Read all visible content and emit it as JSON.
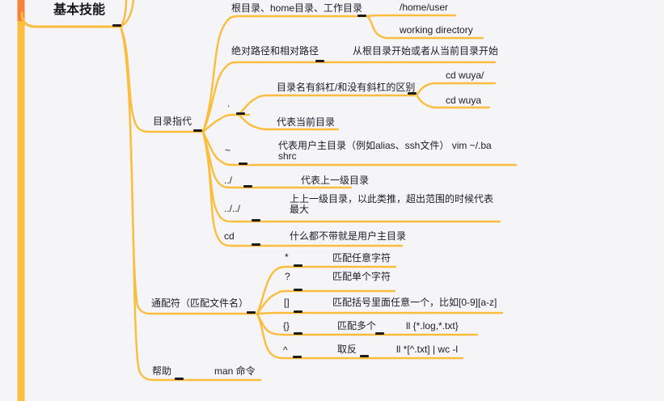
{
  "colors": {
    "background": "#f5f5f7",
    "branch_yellow": "#fbbd3e",
    "trunk_orange": "#f6813b",
    "text": "#1c1c28",
    "handle_dark": "#1d1d1d"
  },
  "mindmap": {
    "root": {
      "label": "基本技能"
    },
    "branches": [
      {
        "label": "目录指代",
        "children": [
          {
            "label": "根目录、home目录、工作目录",
            "children": [
              {
                "label": "/home/user"
              },
              {
                "label": "working directory"
              }
            ]
          },
          {
            "label": "绝对路径和相对路径",
            "children": [
              {
                "label": "从根目录开始或者从当前目录开始"
              }
            ]
          },
          {
            "label": ".",
            "children": [
              {
                "label": "目录名有斜杠/和没有斜杠的区别",
                "children": [
                  {
                    "label": "cd wuya/"
                  },
                  {
                    "label": "cd wuya"
                  }
                ]
              },
              {
                "label": "代表当前目录"
              }
            ]
          },
          {
            "label": "~",
            "children": [
              {
                "label": "代表用户主目录（例如alias、ssh文件） vim ~/.bashrc"
              }
            ]
          },
          {
            "label": "../",
            "children": [
              {
                "label": "代表上一级目录"
              }
            ]
          },
          {
            "label": "../../",
            "children": [
              {
                "label": "上上一级目录，以此类推，超出范围的时候代表最大"
              }
            ]
          },
          {
            "label": "cd",
            "children": [
              {
                "label": "什么都不带就是用户主目录"
              }
            ]
          }
        ]
      },
      {
        "label": "通配符（匹配文件名）",
        "children": [
          {
            "label": "*",
            "children": [
              {
                "label": "匹配任意字符"
              }
            ]
          },
          {
            "label": "?",
            "children": [
              {
                "label": "匹配单个字符"
              }
            ]
          },
          {
            "label": "[]",
            "children": [
              {
                "label": "匹配括号里面任意一个，比如[0-9][a-z]"
              }
            ]
          },
          {
            "label": "{}",
            "children": [
              {
                "label": "匹配多个",
                "children": [
                  {
                    "label": "ll {*.log,*.txt}"
                  }
                ]
              }
            ]
          },
          {
            "label": "^",
            "children": [
              {
                "label": "取反",
                "children": [
                  {
                    "label": "ll *[^.txt] | wc -l"
                  }
                ]
              }
            ]
          }
        ]
      },
      {
        "label": "帮助",
        "children": [
          {
            "label": "man 命令"
          }
        ]
      }
    ]
  }
}
